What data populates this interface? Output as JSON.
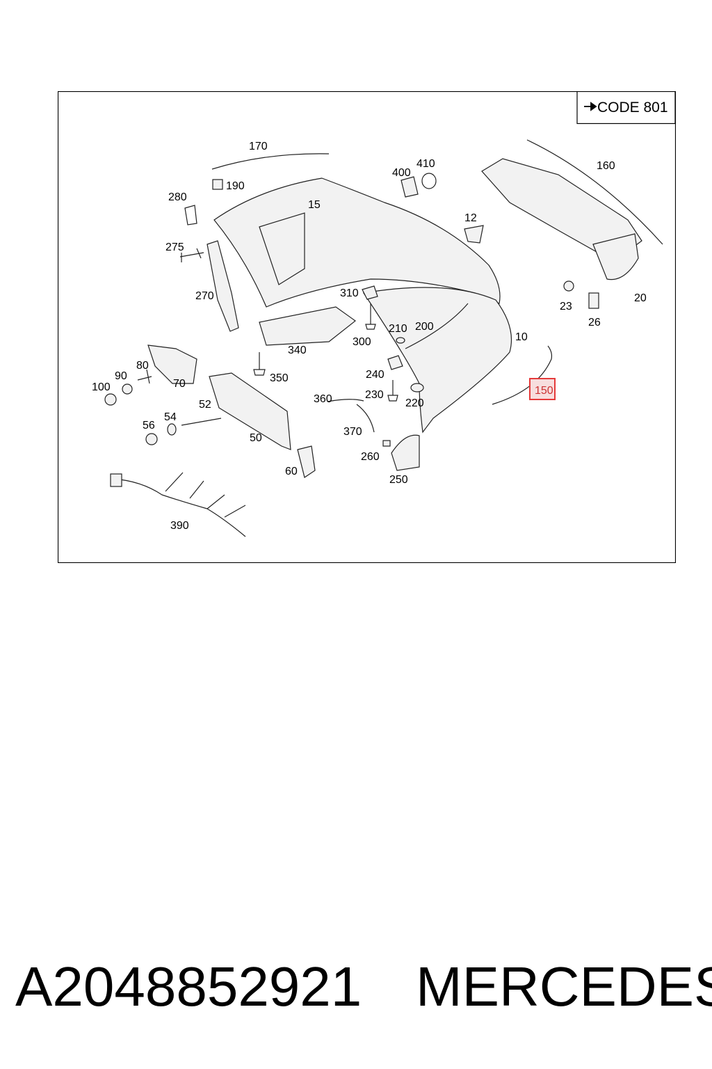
{
  "diagram": {
    "code_box": "CODE 801",
    "highlighted_label": "150",
    "part_labels": [
      {
        "id": "p170",
        "text": "170"
      },
      {
        "id": "p190",
        "text": "190"
      },
      {
        "id": "p280",
        "text": "280"
      },
      {
        "id": "p15",
        "text": "15"
      },
      {
        "id": "p400",
        "text": "400"
      },
      {
        "id": "p410",
        "text": "410"
      },
      {
        "id": "p160",
        "text": "160"
      },
      {
        "id": "p12",
        "text": "12"
      },
      {
        "id": "p275",
        "text": "275"
      },
      {
        "id": "p270",
        "text": "270"
      },
      {
        "id": "p310",
        "text": "310"
      },
      {
        "id": "p23",
        "text": "23"
      },
      {
        "id": "p20",
        "text": "20"
      },
      {
        "id": "p26",
        "text": "26"
      },
      {
        "id": "p300",
        "text": "300"
      },
      {
        "id": "p210",
        "text": "210"
      },
      {
        "id": "p200",
        "text": "200"
      },
      {
        "id": "p10",
        "text": "10"
      },
      {
        "id": "p340",
        "text": "340"
      },
      {
        "id": "p80",
        "text": "80"
      },
      {
        "id": "p90",
        "text": "90"
      },
      {
        "id": "p100",
        "text": "100"
      },
      {
        "id": "p70",
        "text": "70"
      },
      {
        "id": "p350",
        "text": "350"
      },
      {
        "id": "p240",
        "text": "240"
      },
      {
        "id": "p230",
        "text": "230"
      },
      {
        "id": "p220",
        "text": "220"
      },
      {
        "id": "p360",
        "text": "360"
      },
      {
        "id": "p52",
        "text": "52"
      },
      {
        "id": "p54",
        "text": "54"
      },
      {
        "id": "p56",
        "text": "56"
      },
      {
        "id": "p50",
        "text": "50"
      },
      {
        "id": "p370",
        "text": "370"
      },
      {
        "id": "p260",
        "text": "260"
      },
      {
        "id": "p60",
        "text": "60"
      },
      {
        "id": "p250",
        "text": "250"
      },
      {
        "id": "p390",
        "text": "390"
      }
    ]
  },
  "footer": {
    "part_number": "A2048852921",
    "brand": "MERCEDES"
  }
}
